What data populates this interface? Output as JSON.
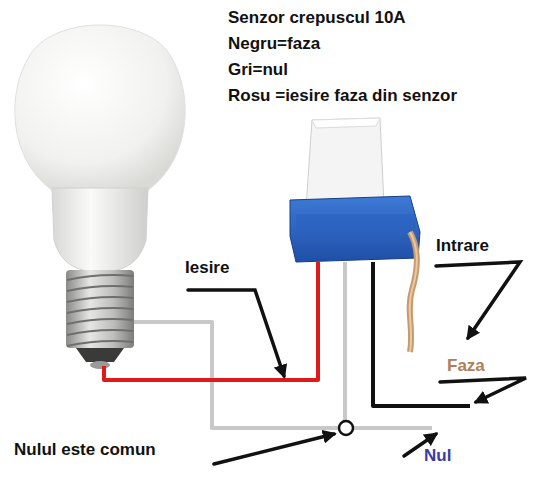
{
  "diagram": {
    "labels": [
      "Senzor crepuscul 10A",
      "Negru=faza",
      "Gri=nul",
      "Rosu =iesire faza din senzor",
      "Iesire",
      "Intrare",
      "Faza",
      "Nul",
      "Nulul este comun"
    ]
  }
}
